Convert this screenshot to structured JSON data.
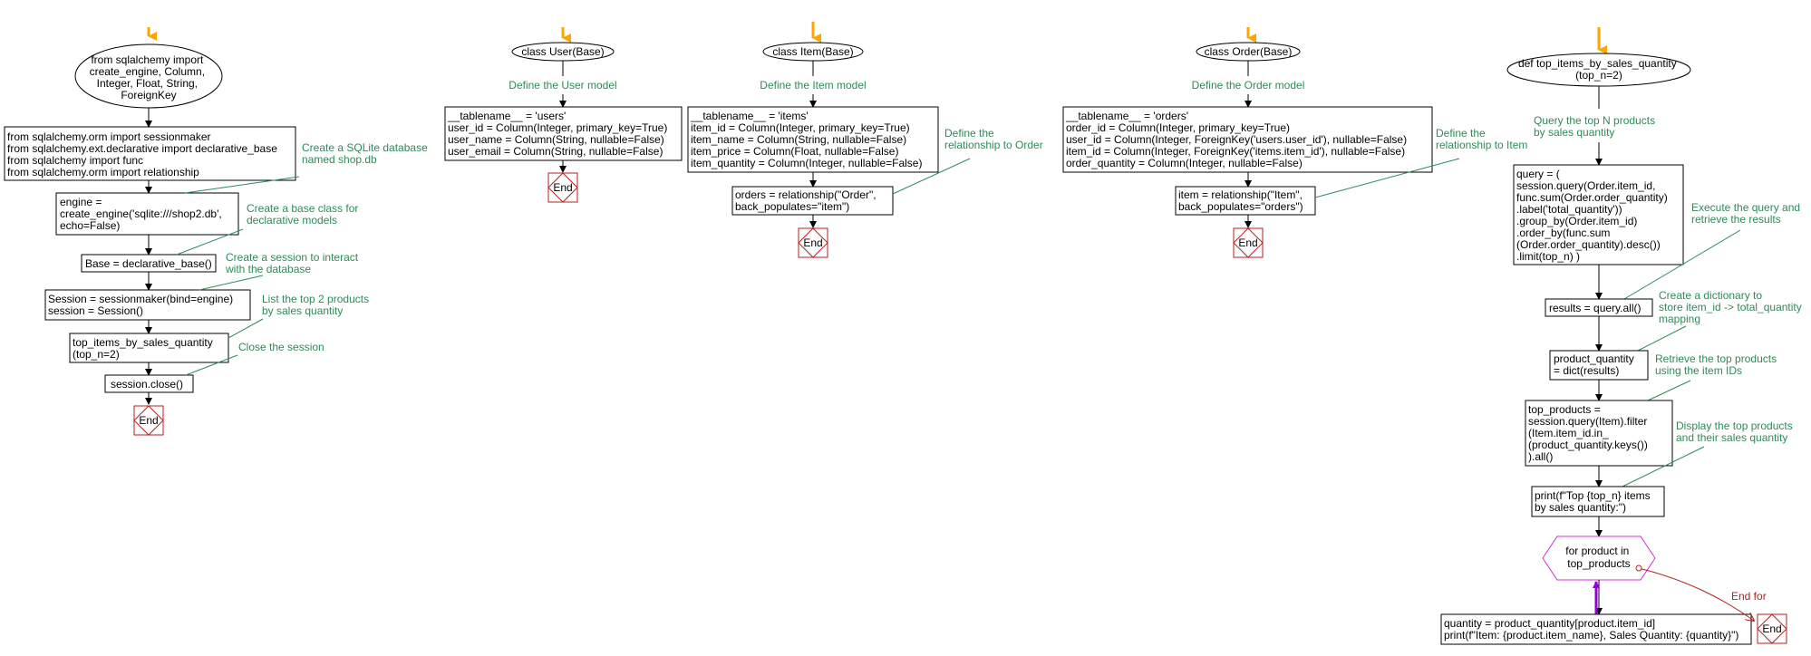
{
  "colors": {
    "start_marker": "#ffa500",
    "box_stroke": "#000000",
    "note_text": "#2e8b57",
    "note_line": "#2e8b57",
    "end_stroke": "#b22222",
    "loop_stroke": "#cc33cc",
    "loop_back_arrow": "#9400d3",
    "end_for_text": "#b22222"
  },
  "icons": {
    "start": "orange-down-arrow",
    "end": "red-diamond-end"
  },
  "flow_main": {
    "imports_block": [
      "from sqlalchemy import",
      "create_engine, Column,",
      "Integer, Float, String,",
      "ForeignKey"
    ],
    "orm_imports": [
      "from sqlalchemy.orm import sessionmaker",
      "from sqlalchemy.ext.declarative import declarative_base",
      "from sqlalchemy import func",
      "from sqlalchemy.orm import relationship"
    ],
    "engine": [
      "engine =",
      "create_engine('sqlite:///shop2.db',",
      "echo=False)"
    ],
    "base": "Base = declarative_base()",
    "session": [
      "Session = sessionmaker(bind=engine)",
      "session = Session()"
    ],
    "top_items": [
      "top_items_by_sales_quantity",
      "(top_n=2)"
    ],
    "close": "session.close()",
    "end": "End",
    "notes": {
      "sqlite": [
        "Create a SQLite database",
        "named shop.db"
      ],
      "base_class": [
        "Create a base class for",
        "declarative models"
      ],
      "session": [
        "Create a session to interact",
        "with the database"
      ],
      "list": [
        "List the top 2 products",
        "by sales quantity"
      ],
      "close": "Close the session"
    }
  },
  "flow_user": {
    "class": "class User(Base)",
    "note": "Define the User model",
    "body": [
      "__tablename__ = 'users'",
      "user_id = Column(Integer, primary_key=True)",
      "user_name = Column(String, nullable=False)",
      "user_email = Column(String, nullable=False)"
    ],
    "end": "End"
  },
  "flow_item": {
    "class": "class Item(Base)",
    "note": "Define the Item model",
    "body": [
      "__tablename__ = 'items'",
      "item_id = Column(Integer, primary_key=True)",
      "item_name = Column(String, nullable=False)",
      "item_price = Column(Float, nullable=False)",
      "item_quantity = Column(Integer, nullable=False)"
    ],
    "relationship": [
      "orders = relationship(\"Order\",",
      "back_populates=\"item\")"
    ],
    "rel_note": [
      "Define the",
      "relationship to Order"
    ],
    "end": "End"
  },
  "flow_order": {
    "class": "class Order(Base)",
    "note": "Define the Order model",
    "body": [
      "__tablename__ = 'orders'",
      "order_id = Column(Integer, primary_key=True)",
      "user_id = Column(Integer, ForeignKey('users.user_id'), nullable=False)",
      "item_id = Column(Integer, ForeignKey('items.item_id'), nullable=False)",
      "order_quantity = Column(Integer, nullable=False)"
    ],
    "relationship": [
      "item = relationship(\"Item\",",
      "back_populates=\"orders\")"
    ],
    "rel_note": [
      "Define the",
      "relationship to Item"
    ],
    "end": "End"
  },
  "flow_func": {
    "def": [
      "def top_items_by_sales_quantity",
      "(top_n=2)"
    ],
    "query_note": [
      "Query the top N products",
      "by sales quantity"
    ],
    "query": [
      "query = (",
      "session.query(Order.item_id,",
      "func.sum(Order.order_quantity)",
      ".label('total_quantity'))",
      ".group_by(Order.item_id)",
      ".order_by(func.sum",
      "(Order.order_quantity).desc())",
      ".limit(top_n) )"
    ],
    "exec_note": [
      "Execute the query and",
      "retrieve the results"
    ],
    "results": "results = query.all()",
    "dict_note": [
      "Create a dictionary to",
      "store item_id -> total_quantity",
      "mapping"
    ],
    "product_quantity": [
      "product_quantity",
      "= dict(results)"
    ],
    "retrieve_note": [
      "Retrieve the top products",
      "using the item IDs"
    ],
    "top_products": [
      "top_products =",
      "session.query(Item).filter",
      "(Item.item_id.in_",
      "(product_quantity.keys())",
      ").all()"
    ],
    "display_note": [
      "Display the top products",
      "and their sales quantity"
    ],
    "print": [
      "print(f\"Top {top_n} items",
      "by sales quantity:\")"
    ],
    "loop": [
      "for product in",
      "top_products"
    ],
    "loop_body": [
      "quantity = product_quantity[product.item_id]",
      "print(f\"Item: {product.item_name}, Sales Quantity: {quantity}\")"
    ],
    "end_for": "End for",
    "end": "End"
  }
}
